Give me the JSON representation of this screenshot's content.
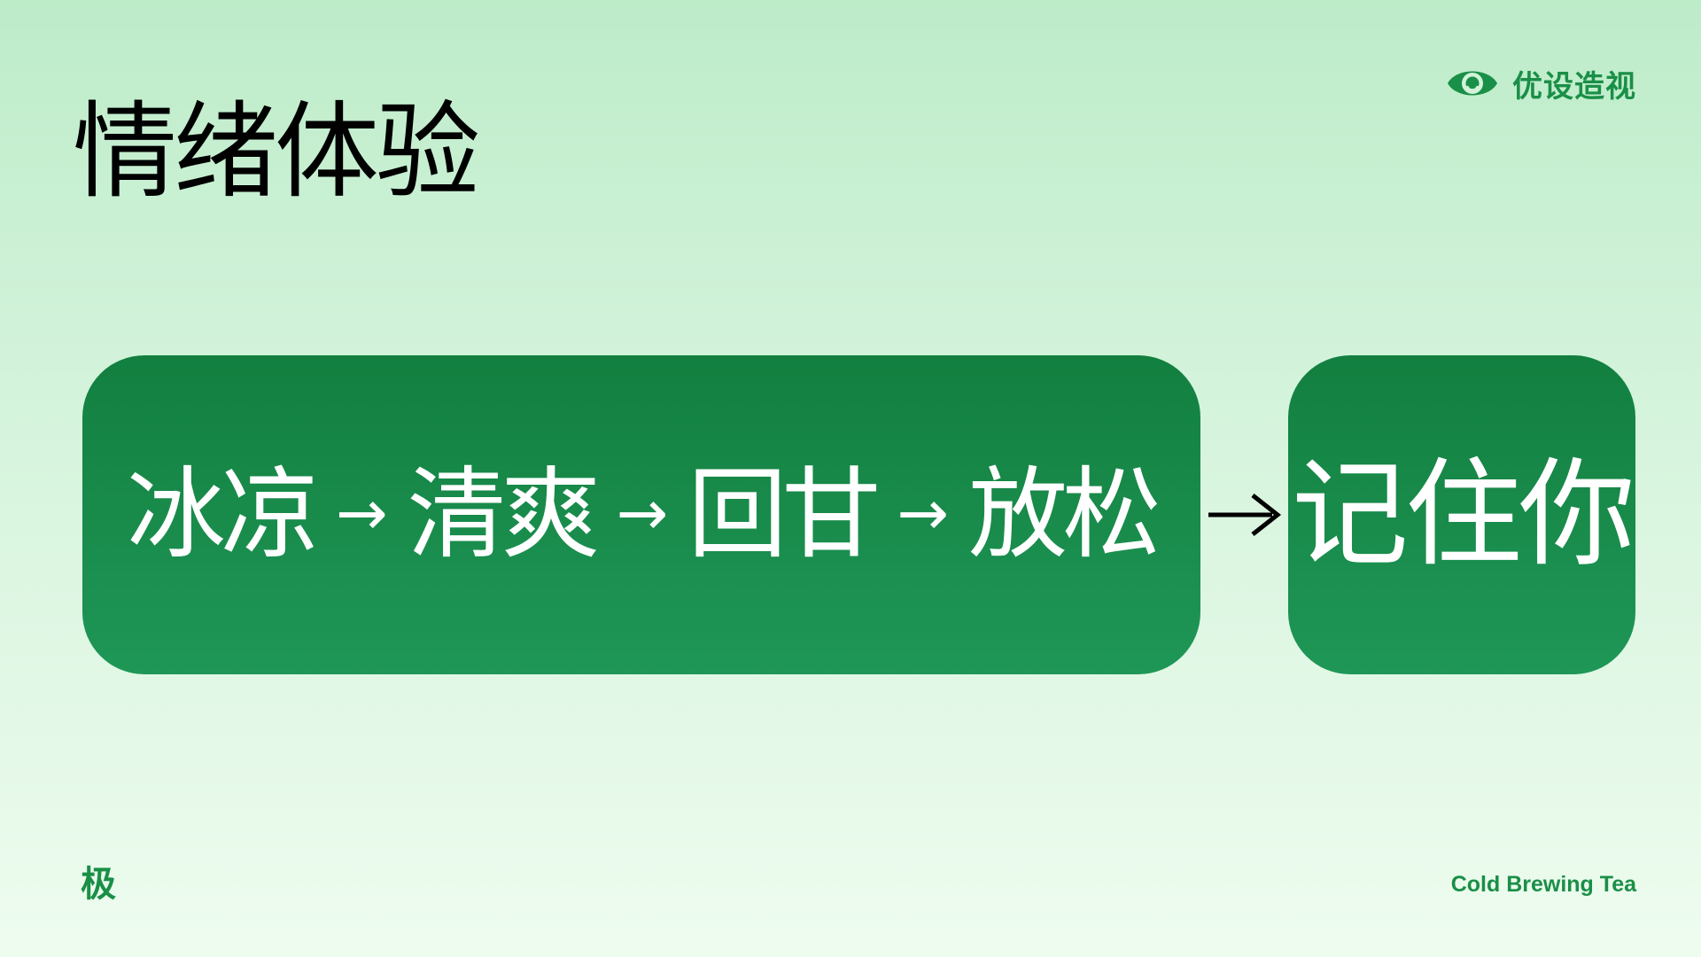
{
  "slide": {
    "title": "情绪体验",
    "brand": {
      "icon": "eye-icon",
      "text": "优设造视"
    },
    "flow": {
      "steps": [
        "冰凉",
        "清爽",
        "回甘",
        "放松"
      ],
      "arrow": "→",
      "result": "记住你"
    },
    "footer": {
      "mark": "极",
      "caption": "Cold Brewing Tea"
    }
  },
  "colors": {
    "background_top": "#bdecc9",
    "background_bottom": "#eefcef",
    "card_top": "#127f3f",
    "card_bottom": "#1f9757",
    "accent": "#1a8f47",
    "text_on_card": "#ffffff"
  }
}
